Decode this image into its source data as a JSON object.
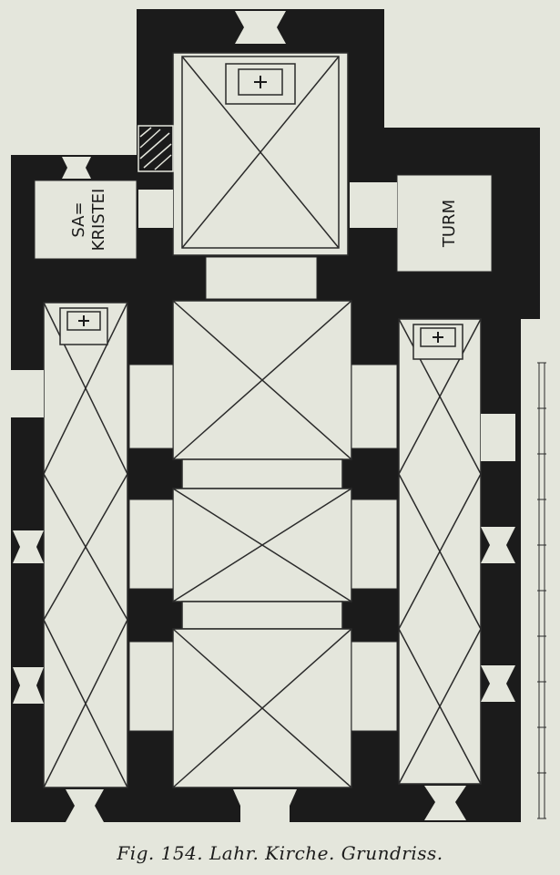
{
  "colors": {
    "wall": "#1b1b1b",
    "paper": "#e4e6dc",
    "line": "#2a2a2a"
  },
  "labels": {
    "sakristei_line1": "SA=",
    "sakristei_line2": "KRISTEI",
    "turm": "TURM"
  },
  "caption": "Fig. 154.  Lahr. Kirche. Grundriss."
}
